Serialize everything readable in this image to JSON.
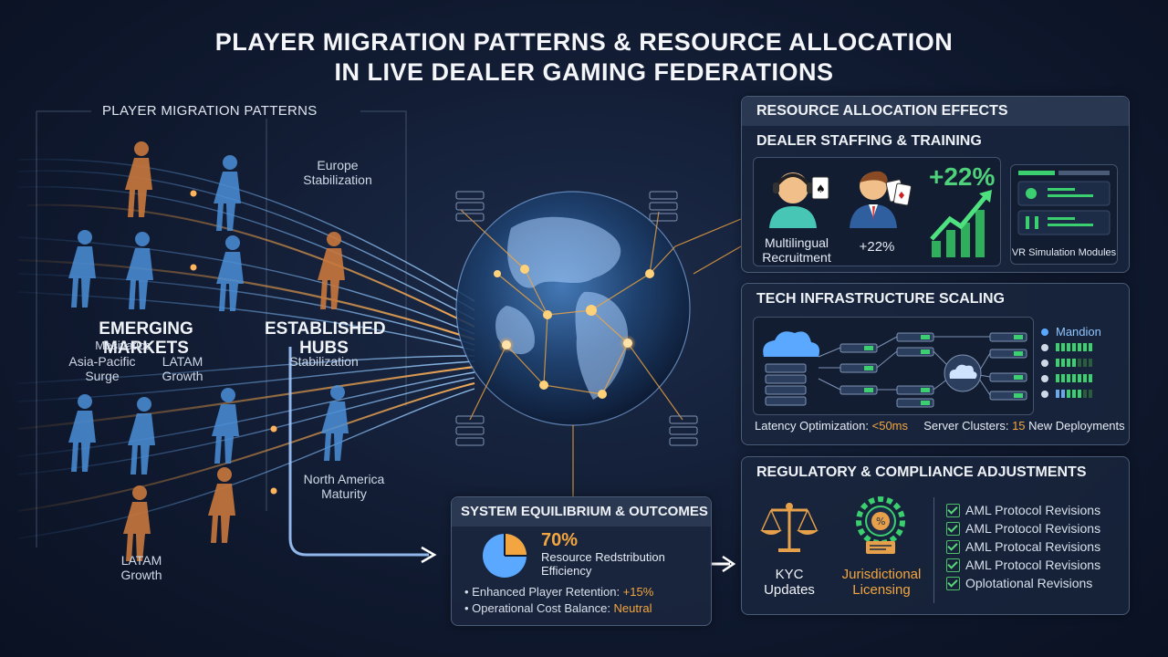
{
  "title": {
    "line1": "PLAYER MIGRATION PATTERNS & RESOURCE ALLOCATION",
    "line2": "IN LIVE DEALER GAMING FEDERATIONS"
  },
  "migration": {
    "heading": "PLAYER MIGRATION PATTERNS",
    "europe": "Europe\nStabilization",
    "emerging": "EMERGING MARKETS",
    "motivations": "Mesivatios",
    "asia_pacific": "Asia-Pacific\nSurge",
    "latam_top": "LATAM\nGrowth",
    "established": "ESTABLISHED\nHUBS",
    "established_sub": "Stabilization",
    "north_america": "North America\nMaturity",
    "latam_bottom": "LATAM\nGrowth"
  },
  "resource": {
    "heading": "RESOURCE ALLOCATION EFFECTS",
    "staffing": {
      "heading": "DEALER STAFFING & TRAINING",
      "multilingual": "Multilingual\nRecruitment",
      "percent_small": "+22%",
      "percent_big": "+22%",
      "vr": "VR Simulation Modules"
    },
    "tech": {
      "heading": "TECH INFRASTRUCTURE SCALING",
      "legend_title": "Mandion",
      "latency_label": "Latency Optimization: ",
      "latency_value": "<50ms",
      "servers_label": "Server Clusters: ",
      "servers_value": "15",
      "servers_suffix": " New Deployments"
    },
    "regulatory": {
      "heading": "REGULATORY & COMPLIANCE ADJUSTMENTS",
      "kyc": "KYC\nUpdates",
      "jurisdictional": "Jurisdictional\nLicensing",
      "checks": [
        "AML Protocol Revisions",
        "AML Protocol Revisions",
        "AML Protocal Revisions",
        "AML Protocol Revisions",
        "Oplotational Revisions"
      ]
    }
  },
  "equilibrium": {
    "heading": "SYSTEM EQUILIBRIUM & OUTCOMES",
    "percent": "70%",
    "efficiency": "Resource Redstribution\nEfficiency",
    "retention_label": "Enhanced Player Retention: ",
    "retention_value": "+15%",
    "cost_label": "Operational Cost Balance: ",
    "cost_value": "Neutral"
  },
  "colors": {
    "accent_orange": "#f3a640",
    "accent_green": "#4fd07a",
    "accent_blue": "#5aa8ff"
  }
}
